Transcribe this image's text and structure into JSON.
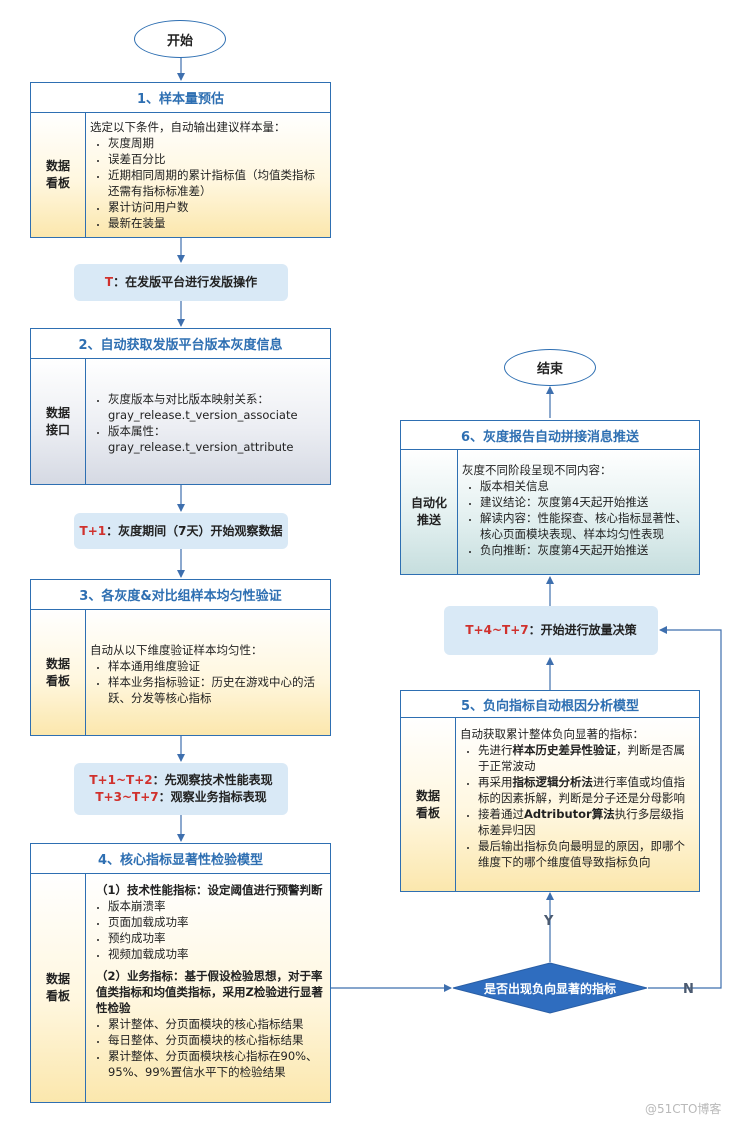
{
  "start_label": "开始",
  "end_label": "结束",
  "box1": {
    "title": "1、样本量预估",
    "label": "数据\n看板",
    "intro": "选定以下条件，自动输出建议样本量：",
    "items": [
      "灰度周期",
      "误差百分比",
      "近期相同周期的累计指标值（均值类指标还需有指标标准差）",
      "累计访问用户数",
      "最新在装量"
    ]
  },
  "step_t": {
    "prefix": "T",
    "text": "：在发版平台进行发版操作"
  },
  "box2": {
    "title": "2、自动获取发版平台版本灰度信息",
    "label": "数据\n接口",
    "items": [
      "灰度版本与对比版本映射关系：gray_release.t_version_associate",
      "版本属性：gray_release.t_version_attribute"
    ]
  },
  "step_t1": {
    "prefix": "T+1",
    "text": "：灰度期间（7天）开始观察数据"
  },
  "box3": {
    "title": "3、各灰度&对比组样本均匀性验证",
    "label": "数据\n看板",
    "intro": "自动从以下维度验证样本均匀性：",
    "items": [
      "样本通用维度验证",
      "样本业务指标验证：历史在游戏中心的活跃、分发等核心指标"
    ]
  },
  "step_t12": {
    "line1_prefix": "T+1~T+2",
    "line1_text": "：先观察技术性能表现",
    "line2_prefix": "T+3~T+7",
    "line2_text": "：观察业务指标表现"
  },
  "box4": {
    "title": "4、核心指标显著性检验模型",
    "label": "数据\n看板",
    "sec1_heading": "（1）技术性能指标：设定阈值进行预警判断",
    "sec1_items": [
      "版本崩溃率",
      "页面加载成功率",
      "预约成功率",
      "视频加载成功率"
    ],
    "sec2_heading": "（2）业务指标：基于假设检验思想，对于率值类指标和均值类指标，采用Z检验进行显著性检验",
    "sec2_items": [
      "累计整体、分页面模块的核心指标结果",
      "每日整体、分页面模块的核心指标结果",
      "累计整体、分页面模块核心指标在90%、95%、99%置信水平下的检验结果"
    ]
  },
  "decision": {
    "text": "是否出现负向显著的指标",
    "yes": "Y",
    "no": "N"
  },
  "box5": {
    "title": "5、负向指标自动根因分析模型",
    "label": "数据\n看板",
    "intro": "自动获取累计整体负向显著的指标：",
    "item1_pre": "先进行",
    "item1_bold": "样本历史差异性验证",
    "item1_post": "，判断是否属于正常波动",
    "item2_pre": "再采用",
    "item2_bold": "指标逻辑分析法",
    "item2_post": "进行率值或均值指标的因素拆解，判断是分子还是分母影响",
    "item3_pre": "接着通过",
    "item3_bold": "Adtributor算法",
    "item3_post": "执行多层级指标差异归因",
    "item4": "最后输出指标负向最明显的原因，即哪个维度下的哪个维度值导致指标负向"
  },
  "step_t47": {
    "prefix": "T+4~T+7",
    "text": "：开始进行放量决策"
  },
  "box6": {
    "title": "6、灰度报告自动拼接消息推送",
    "label": "自动化\n推送",
    "intro": "灰度不同阶段呈现不同内容：",
    "items": [
      "版本相关信息",
      "建议结论：灰度第4天起开始推送",
      "解读内容：性能探查、核心指标显著性、核心页面模块表现、样本均匀性表现",
      "负向推断：灰度第4天起开始推送"
    ]
  },
  "watermark": "@51CTO博客",
  "colors": {
    "border_blue": "#2e6fb2",
    "diamond_blue": "#2f6dbf",
    "step_fill": "#d9e9f6",
    "highlight_red": "#d0312d"
  }
}
